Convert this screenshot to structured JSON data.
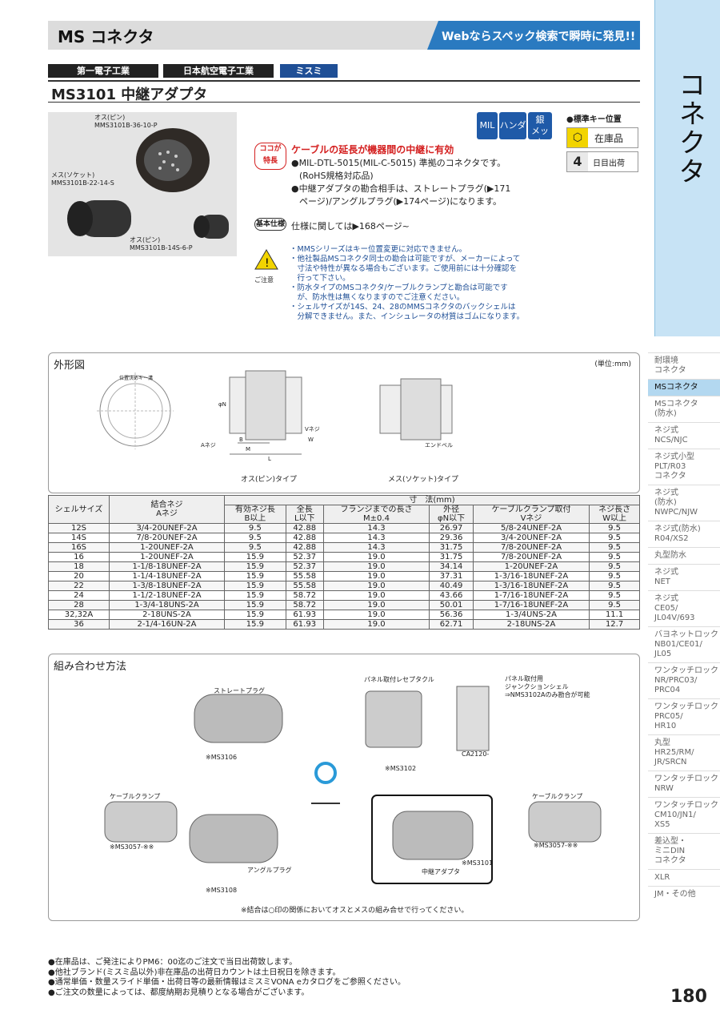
{
  "header": {
    "title": "MS コネクタ",
    "banner": "Webならスペック検索で瞬時に発見!!"
  },
  "side_tab": {
    "title": "コネクタ"
  },
  "side_menu": [
    {
      "label": "耐環境\nコネクタ",
      "active": false
    },
    {
      "label": "MSコネクタ",
      "active": true
    },
    {
      "label": "MSコネクタ\n(防水)",
      "active": false
    },
    {
      "label": "ネジ式\nNCS/NJC",
      "active": false
    },
    {
      "label": "ネジ式小型\nPLT/R03\nコネクタ",
      "active": false
    },
    {
      "label": "ネジ式\n(防水)\nNWPC/NJW",
      "active": false
    },
    {
      "label": "ネジ式(防水)\nR04/XS2",
      "active": false
    },
    {
      "label": "丸型防水",
      "active": false
    },
    {
      "label": "ネジ式\nNET",
      "active": false
    },
    {
      "label": "ネジ式\nCE05/\nJL04V/693",
      "active": false
    },
    {
      "label": "バヨネットロック\nNB01/CE01/\nJL05",
      "active": false
    },
    {
      "label": "ワンタッチロック\nNR/PRC03/\nPRC04",
      "active": false
    },
    {
      "label": "ワンタッチロック\nPRC05/\nHR10",
      "active": false
    },
    {
      "label": "丸型\nHR25/RM/\nJR/SRCN",
      "active": false
    },
    {
      "label": "ワンタッチロック\nNRW",
      "active": false
    },
    {
      "label": "ワンタッチロック\nCM10/JN1/\nXS5",
      "active": false
    },
    {
      "label": "差込型・\nミニDIN\nコネクタ",
      "active": false
    },
    {
      "label": "XLR",
      "active": false
    },
    {
      "label": "JM・その他",
      "active": false
    }
  ],
  "makers": [
    "第一電子工業",
    "日本航空電子工業",
    "ミスミ"
  ],
  "product": {
    "title": "MS3101 中継アダプタ"
  },
  "photo_labels": {
    "a1": "オス(ピン)",
    "a2": "MMS3101B-36-10-P",
    "b1": "メス(ソケット)",
    "b2": "MMS3101B-22-14-S",
    "c1": "オス(ピン)",
    "c2": "MMS3101B-14S-6-P"
  },
  "badges": {
    "mil": "MIL",
    "handa": "ハンダ",
    "gin1": "銀",
    "gin2": "メッキ"
  },
  "key": {
    "title": "●標準キー位置",
    "stock": "在庫品",
    "days_num": "4",
    "days": "日目出荷"
  },
  "features": {
    "tag1": "ココが",
    "tag2": "特長",
    "headline": "ケーブルの延長が機器間の中継に有効",
    "line1": "●MIL-DTL-5015(MIL-C-5015) 準拠のコネクタです。",
    "line2": "(RoHS規格対応品)",
    "line3": "●中継アダプタの勘合相手は、ストレートプラグ(▶171",
    "line4": "ページ)/アングルプラグ(▶174ページ)になります。",
    "spec_tag": "基本仕様",
    "spec": "仕様に関しては▶168ページ~"
  },
  "caution": {
    "label": "ご注意",
    "lines": [
      "・MMSシリーズはキー位置変更に対応できません。",
      "・他社製品MSコネクタ同士の勘合は可能ですが、メーカーによって",
      "　寸法や特性が異なる場合もございます。ご使用前には十分確認を",
      "　行って下さい。",
      "・防水タイプのMSコネクタ/ケーブルクランプと勘合は可能です",
      "　が、防水性は無くなりますのでご注意ください。",
      "・シェルサイズが14S、24、28のMMSコネクタのバックシェルは",
      "　分解できません。また、インシュレータの材質はゴムになります。"
    ]
  },
  "drawing": {
    "title": "外形図",
    "unit": "(単位:mm)",
    "key_label": "位置決めキー溝",
    "male_label": "オス(ピン)タイプ",
    "female_label": "メス(ソケット)タイプ",
    "a_neji": "Aネジ",
    "v_neji": "Vネジ",
    "endbell": "エンドベル",
    "dim_b": "B",
    "dim_m": "M",
    "dim_l": "L",
    "dim_w": "W",
    "dim_n": "φN"
  },
  "table": {
    "h_shell": "シェルサイズ",
    "h_a1": "結合ネジ",
    "h_a2": "Aネジ",
    "h_dim": "寸　法(mm)",
    "h_b1": "有効ネジ長",
    "h_b2": "B以上",
    "h_l1": "全長",
    "h_l2": "L以下",
    "h_m1": "フランジまでの長さ",
    "h_m2": "M±0.4",
    "h_n1": "外径",
    "h_n2": "φN以下",
    "h_v1": "ケーブルクランプ取付",
    "h_v2": "Vネジ",
    "h_w1": "ネジ長さ",
    "h_w2": "W以上",
    "rows": [
      [
        "12S",
        "3/4-20UNEF-2A",
        "9.5",
        "42.88",
        "14.3",
        "26.97",
        "5/8-24UNEF-2A",
        "9.5"
      ],
      [
        "14S",
        "7/8-20UNEF-2A",
        "9.5",
        "42.88",
        "14.3",
        "29.36",
        "3/4-20UNEF-2A",
        "9.5"
      ],
      [
        "16S",
        "1-20UNEF-2A",
        "9.5",
        "42.88",
        "14.3",
        "31.75",
        "7/8-20UNEF-2A",
        "9.5"
      ],
      [
        "16",
        "1-20UNEF-2A",
        "15.9",
        "52.37",
        "19.0",
        "31.75",
        "7/8-20UNEF-2A",
        "9.5"
      ],
      [
        "18",
        "1-1/8-18UNEF-2A",
        "15.9",
        "52.37",
        "19.0",
        "34.14",
        "1-20UNEF-2A",
        "9.5"
      ],
      [
        "20",
        "1-1/4-18UNEF-2A",
        "15.9",
        "55.58",
        "19.0",
        "37.31",
        "1-3/16-18UNEF-2A",
        "9.5"
      ],
      [
        "22",
        "1-3/8-18UNEF-2A",
        "15.9",
        "55.58",
        "19.0",
        "40.49",
        "1-3/16-18UNEF-2A",
        "9.5"
      ],
      [
        "24",
        "1-1/2-18UNEF-2A",
        "15.9",
        "58.72",
        "19.0",
        "43.66",
        "1-7/16-18UNEF-2A",
        "9.5"
      ],
      [
        "28",
        "1-3/4-18UNS-2A",
        "15.9",
        "58.72",
        "19.0",
        "50.01",
        "1-7/16-18UNEF-2A",
        "9.5"
      ],
      [
        "32,32A",
        "2-18UNS-2A",
        "15.9",
        "61.93",
        "19.0",
        "56.36",
        "1-3/4UNS-2A",
        "11.1"
      ],
      [
        "36",
        "2-1/4-16UN-2A",
        "15.9",
        "61.93",
        "19.0",
        "62.71",
        "2-18UNS-2A",
        "12.7"
      ]
    ]
  },
  "combo": {
    "title": "組み合わせ方法",
    "straight": "ストレートプラグ",
    "ms3106": "※MS3106",
    "cable_l": "ケーブルクランプ",
    "ms3057_l": "※MS3057-※※",
    "angle": "アングルプラグ",
    "ms3108": "※MS3108",
    "panel": "パネル取付レセプタクル",
    "ms3102": "※MS3102",
    "jshell1": "パネル取付用",
    "jshell2": "ジャンクションシェル",
    "jshell3": "⇒NMS3102Aのみ勘合が可能",
    "ca2120": "CA2120-",
    "cable_r": "ケーブルクランプ",
    "ms3057_r": "※MS3057-※※",
    "adapter": "中継アダプタ",
    "ms3101": "※MS3101",
    "note": "※結合は○印の関係においてオスとメスの組み合せで行ってください。"
  },
  "footer": [
    "●在庫品は、ご発注によりPM6：00迄のご注文で当日出荷致します。",
    "●他社ブランド(ミスミ品以外)非在庫品の出荷日カウントは土日祝日を除きます。",
    "●通常単価・数量スライド単価・出荷日等の最新情報はミスミVONA eカタログをご参照ください。",
    "●ご注文の数量によっては、都度納期お見積りとなる場合がございます。"
  ],
  "page_number": "180",
  "colors": {
    "accent": "#2a7ac0",
    "tab": "#c7e3f5",
    "navy": "#1f4f96",
    "red": "#d42020"
  }
}
